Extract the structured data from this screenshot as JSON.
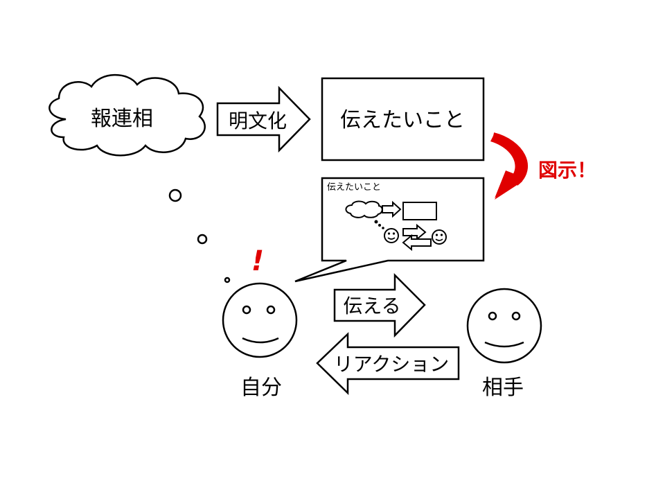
{
  "nodes": {
    "cloud_label": "報連相",
    "arrow_articulate_label": "明文化",
    "box_label": "伝えたいこと",
    "illustrate_label": "図示！",
    "speech_title": "伝えたいこと",
    "arrow_convey_label": "伝える",
    "arrow_reaction_label": "リアクション",
    "self_label": "自分",
    "partner_label": "相手",
    "exclamation": "!"
  },
  "colors": {
    "accent_red": "#e00000",
    "line": "#000000",
    "background": "#ffffff"
  }
}
